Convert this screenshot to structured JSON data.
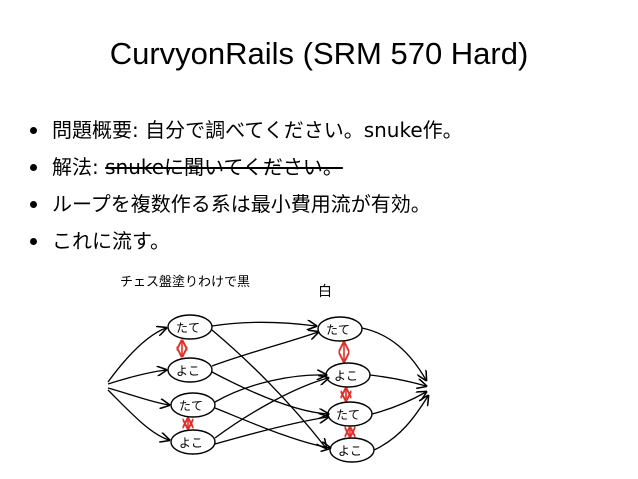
{
  "slide": {
    "title": "CurvyonRails (SRM 570 Hard)"
  },
  "bullets": [
    {
      "text": "問題概要: 自分で調べてください。snuke作。"
    },
    {
      "prefix": "解法: ",
      "struck": "snukeに聞いてください。"
    },
    {
      "text": "ループを複数作る系は最小費用流が有効。"
    },
    {
      "text": "これに流す。"
    }
  ],
  "diagram": {
    "left_title": "チェス盤塗りわけで黒",
    "right_title": "白",
    "left_nodes": [
      "たて",
      "よこ",
      "たて",
      "よこ"
    ],
    "right_nodes": [
      "たて",
      "よこ",
      "たて",
      "よこ"
    ],
    "colors": {
      "ink": "#000000",
      "pair_arrow": "#e0302a"
    }
  }
}
